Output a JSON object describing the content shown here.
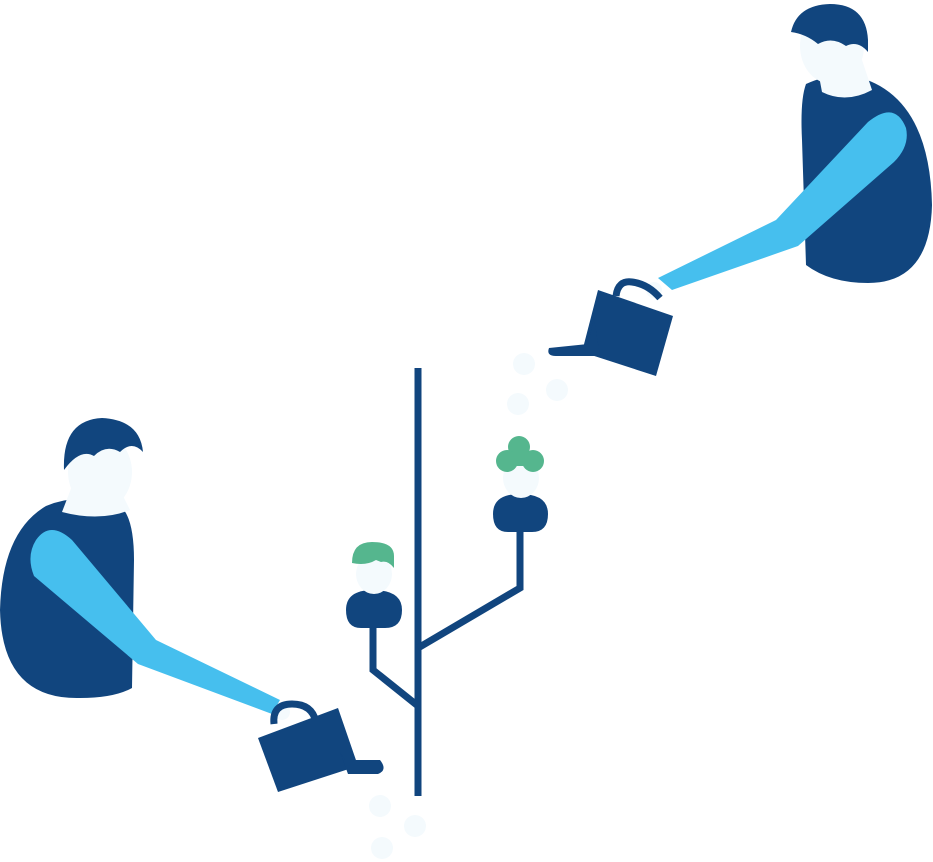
{
  "colors": {
    "navy": "#11457E",
    "sky": "#46BFEE",
    "skin": "#F4FAFD",
    "sprout_green": "#55B68E",
    "background": "#FFFFFF"
  },
  "illustration": {
    "figures": [
      "person-watering-top-right",
      "person-watering-bottom-left"
    ],
    "props": [
      "watering-can",
      "watering-can"
    ],
    "plant": {
      "branches": 2,
      "sprout_heads": 2
    }
  }
}
